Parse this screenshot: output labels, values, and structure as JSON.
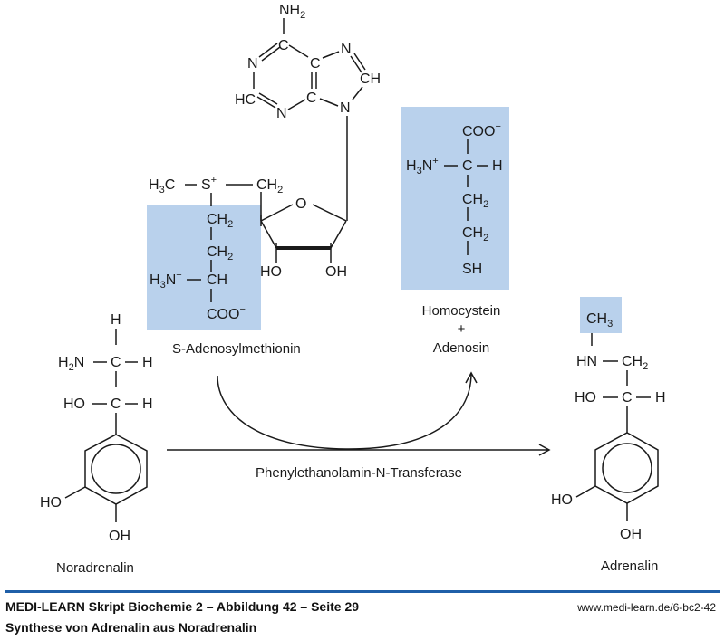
{
  "diagram": {
    "title": "Synthese von Adrenalin aus Noradrenalin",
    "highlight_color": "#b9d1ec",
    "compounds": {
      "noradrenalin": {
        "name": "Noradrenalin",
        "atoms": {
          "h_top": "H",
          "h2n": "H",
          "h2n_sub": "2",
          "h2n_n": "N",
          "c1": "C",
          "h1": "H",
          "ho": "HO",
          "c2": "C",
          "h2": "H",
          "ho_ring": "HO",
          "oh_ring": "OH"
        }
      },
      "adrenalin": {
        "name": "Adrenalin",
        "atoms": {
          "ch3": "CH",
          "ch3_sub": "3",
          "hn": "HN",
          "ch2": "CH",
          "ch2_sub": "2",
          "ho": "HO",
          "c": "C",
          "h": "H",
          "ho_ring": "HO",
          "oh_ring": "OH"
        }
      },
      "sam": {
        "name": "S-Adenosylmethionin",
        "atoms": {
          "h3c": "H",
          "h3c_sub": "3",
          "h3c_c": "C",
          "s": "S",
          "s_charge": "+",
          "ch2_link": "CH",
          "ch2_link_sub": "2",
          "ch2a": "CH",
          "ch2a_sub": "2",
          "ch2b": "CH",
          "ch2b_sub": "2",
          "h3n": "H",
          "h3n_sub": "3",
          "h3n_n": "N",
          "h3n_charge": "+",
          "ch": "CH",
          "coo": "COO",
          "coo_charge": "−",
          "o_ring": "O",
          "ho": "HO",
          "oh": "OH"
        }
      },
      "adenine": {
        "atoms": {
          "nh2": "NH",
          "nh2_sub": "2",
          "c6": "C",
          "n1": "N",
          "hc2": "HC",
          "n3": "N",
          "c4": "C",
          "c5": "C",
          "n7": "N",
          "ch8": "CH",
          "n9": "N"
        }
      },
      "homocysteine": {
        "name": "Homocystein",
        "plus": "+",
        "second": "Adenosin",
        "atoms": {
          "coo": "COO",
          "coo_charge": "−",
          "h3n": "H",
          "h3n_sub": "3",
          "h3n_n": "N",
          "h3n_charge": "+",
          "c": "C",
          "h": "H",
          "ch2a": "CH",
          "ch2a_sub": "2",
          "ch2b": "CH",
          "ch2b_sub": "2",
          "sh": "SH"
        }
      }
    },
    "enzyme": "Phenylethanolamin-N-Transferase"
  },
  "footer": {
    "title": "MEDI-LEARN Skript Biochemie 2 – Abbildung 42 – Seite 29",
    "subtitle": "Synthese von Adrenalin aus Noradrenalin",
    "url": "www.medi-learn.de/6-bc2-42"
  }
}
